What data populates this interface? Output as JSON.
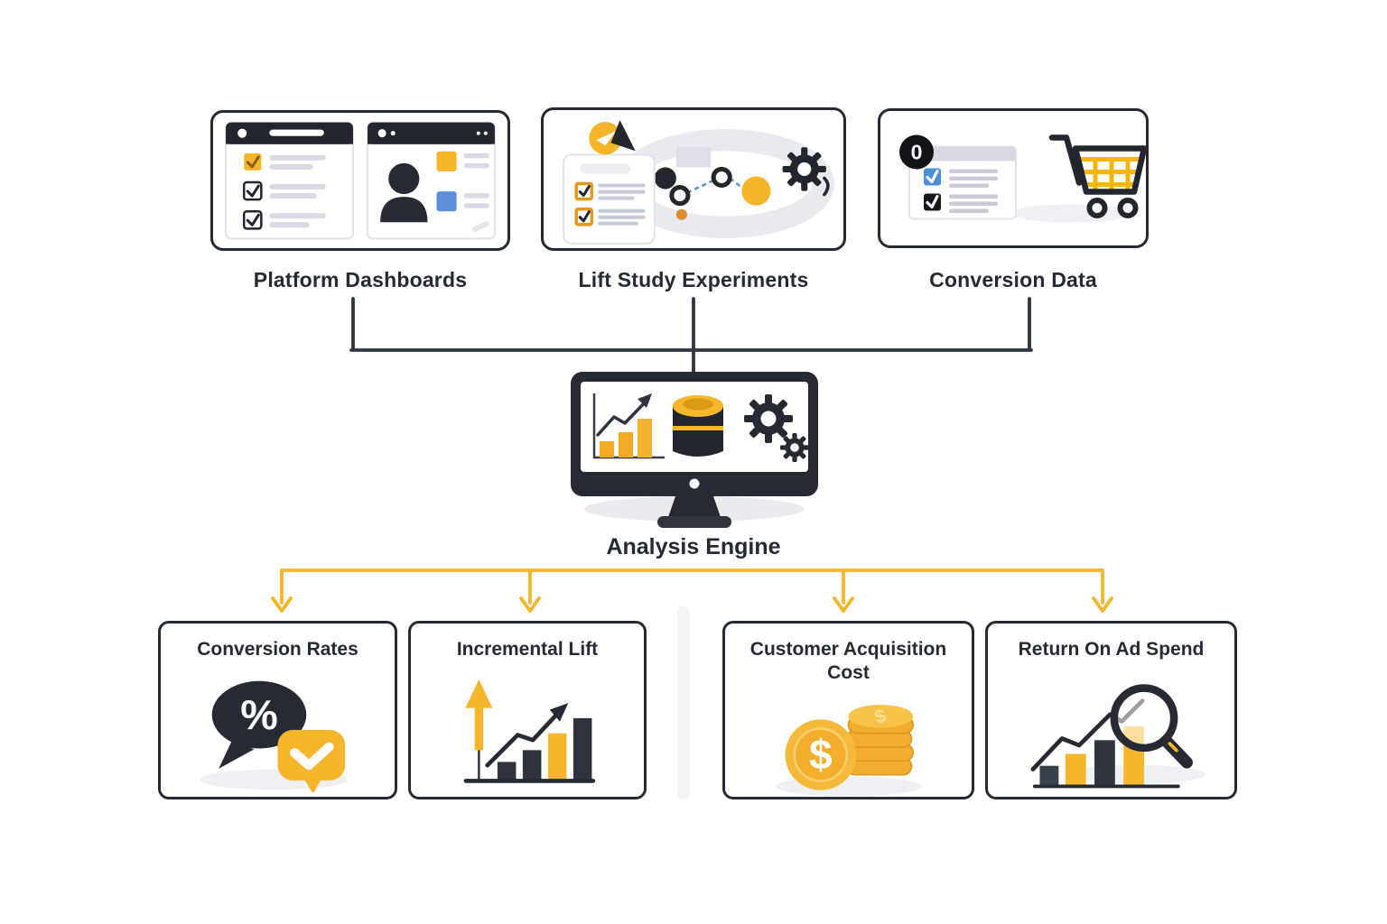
{
  "colors": {
    "accent_yellow": "#f5b62b",
    "dark": "#262b33",
    "blue": "#4a90d8",
    "line_gray": "#d9dae6",
    "shadow_gray": "#eef0f3"
  },
  "sources": [
    {
      "label": "Platform Dashboards"
    },
    {
      "label": "Lift Study Experiments"
    },
    {
      "label": "Conversion Data"
    }
  ],
  "engine": {
    "label": "Analysis Engine"
  },
  "outputs": [
    {
      "label": "Conversion Rates"
    },
    {
      "label": "Incremental Lift"
    },
    {
      "label": "Customer Acquisition Cost"
    },
    {
      "label": "Return On Ad Spend"
    }
  ],
  "glyphs": {
    "percent": "%",
    "coin_dollar": "$",
    "stack_dollar": "$",
    "conversion_badge": "0"
  }
}
